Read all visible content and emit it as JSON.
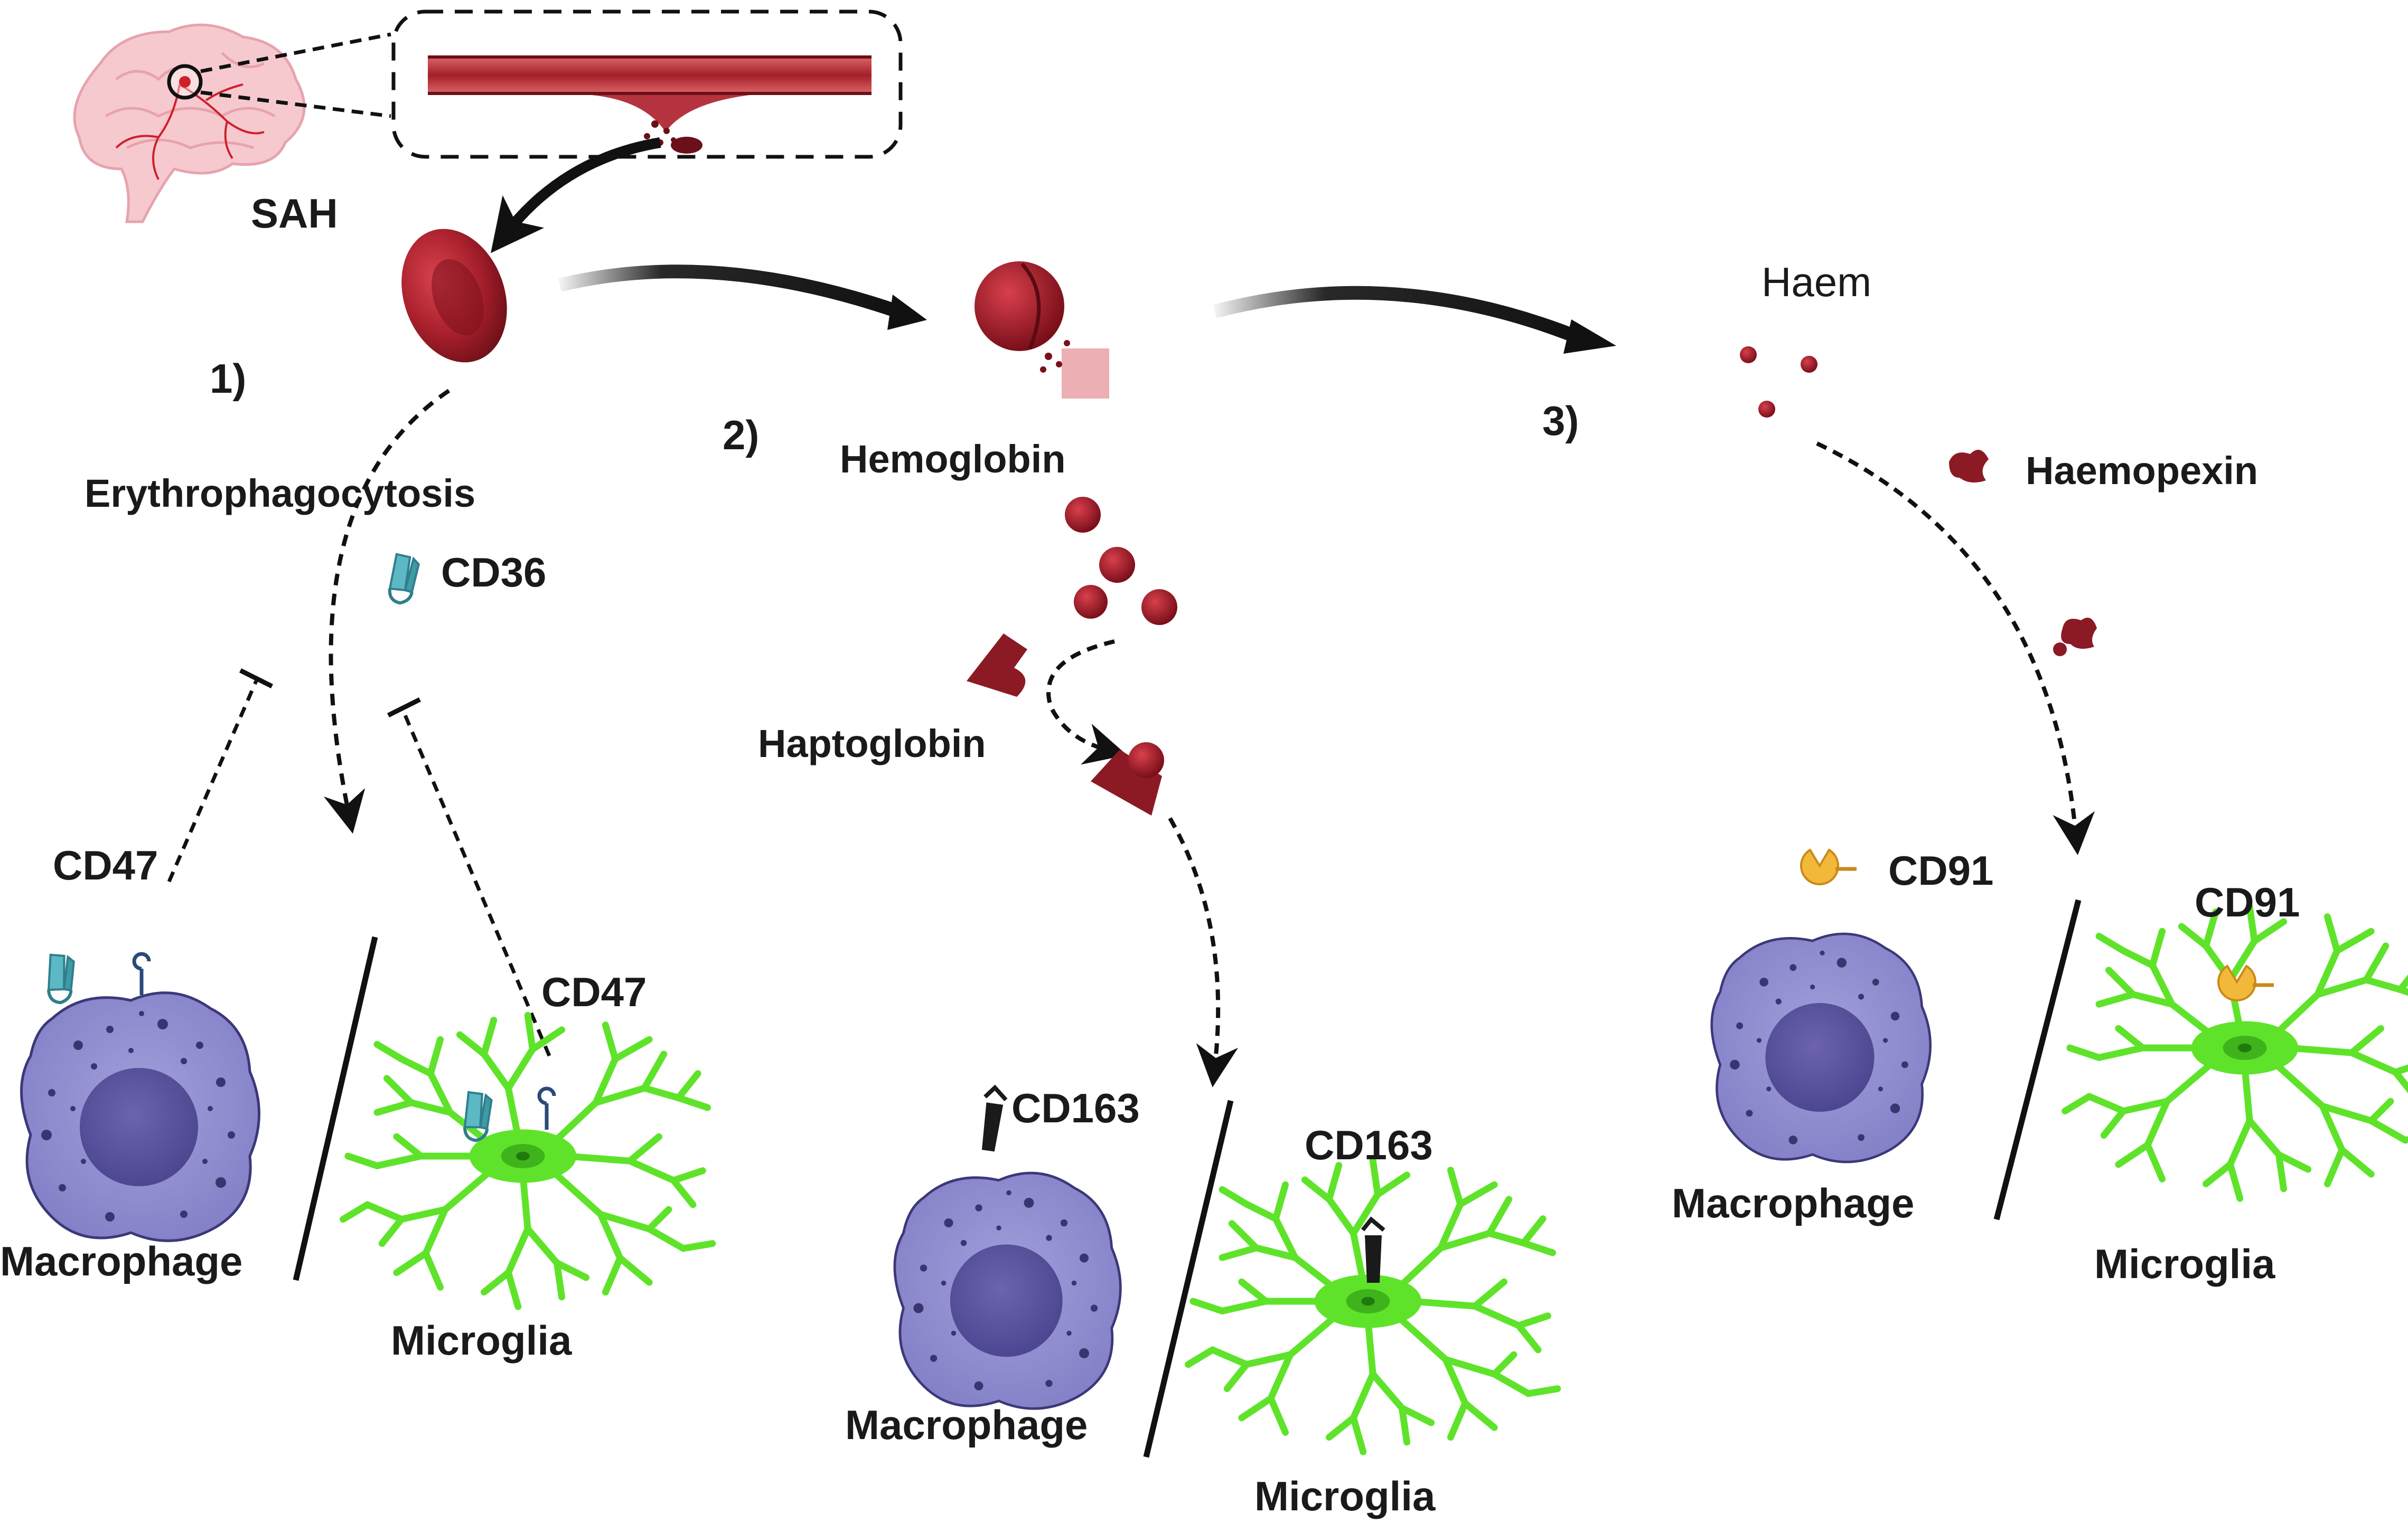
{
  "labels": {
    "sah": "SAH",
    "step1": "1)",
    "step2": "2)",
    "step3": "3)",
    "erythrophagocytosis": "Erythrophagocytosis",
    "cd36": "CD36",
    "cd47_macrophage": "CD47",
    "cd47_microglia": "CD47",
    "hemoglobin": "Hemoglobin",
    "haptoglobin": "Haptoglobin",
    "cd163_macrophage": "CD163",
    "cd163_microglia": "CD163",
    "haem": "Haem",
    "haemopexin": "Haemopexin",
    "cd91_macrophage": "CD91",
    "cd91_microglia": "CD91",
    "macrophage_1": "Macrophage",
    "microglia_1": "Microglia",
    "macrophage_2": "Macrophage",
    "microglia_2": "Microglia",
    "macrophage_3": "Macrophage",
    "microglia_3": "Microglia"
  },
  "icons": {
    "brain": "brain-icon",
    "vessel": "ruptured-vessel-icon",
    "rbc": "red-blood-cell-icon",
    "lysed_rbc": "lysed-red-blood-cell-icon",
    "macrophage": "macrophage-cell-icon",
    "microglia": "microglia-cell-icon"
  },
  "colors": {
    "blood_dark": "#8b1a24",
    "blood_mid": "#b32a35",
    "macrophage_fill": "#8c89cc",
    "macrophage_nucleus": "#57509a",
    "microglia_green": "#5fe32a",
    "cd36_teal": "#5cb8c4",
    "cd91_orange": "#f2b83a",
    "arrow_black": "#111111"
  }
}
